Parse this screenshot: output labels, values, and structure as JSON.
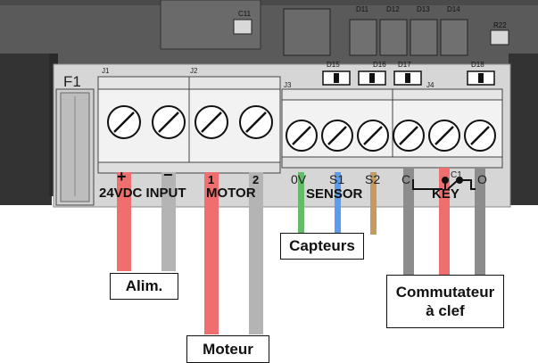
{
  "pcb": {
    "fuse_label": "F1",
    "connector_ids": [
      "J1",
      "J2",
      "J3",
      "J4"
    ],
    "chip_labels": [
      "C11",
      "D11",
      "D12",
      "D13",
      "D14",
      "R22"
    ],
    "led_labels": [
      "D15",
      "D16",
      "D17",
      "D18"
    ]
  },
  "terminals": {
    "power": {
      "plus": "+",
      "minus": "−",
      "caption": "24VDC INPUT"
    },
    "motor": {
      "pin1": "1",
      "pin2": "2",
      "caption": "MOTOR"
    },
    "sensor": {
      "pin_0v": "0V",
      "pin_s1": "S1",
      "pin_s2": "S2",
      "caption": "SENSOR"
    },
    "key": {
      "pin_c": "C",
      "pin_c1": "C1",
      "pin_o": "O",
      "caption": "KEY"
    }
  },
  "callouts": {
    "power": "Alim.",
    "motor": "Moteur",
    "sensors": "Capteurs",
    "key_line1": "Commutateur",
    "key_line2": "à clef"
  },
  "colors": {
    "board": "#5a5a5a",
    "terminal_block": "#f2f2f2",
    "wire_red": "#ef6f6f",
    "wire_gray": "#b4b4b4",
    "wire_dark_gray": "#8c8c8c",
    "wire_green": "#66bb6a",
    "wire_blue": "#5b9bf0",
    "wire_brown": "#c49a60"
  }
}
